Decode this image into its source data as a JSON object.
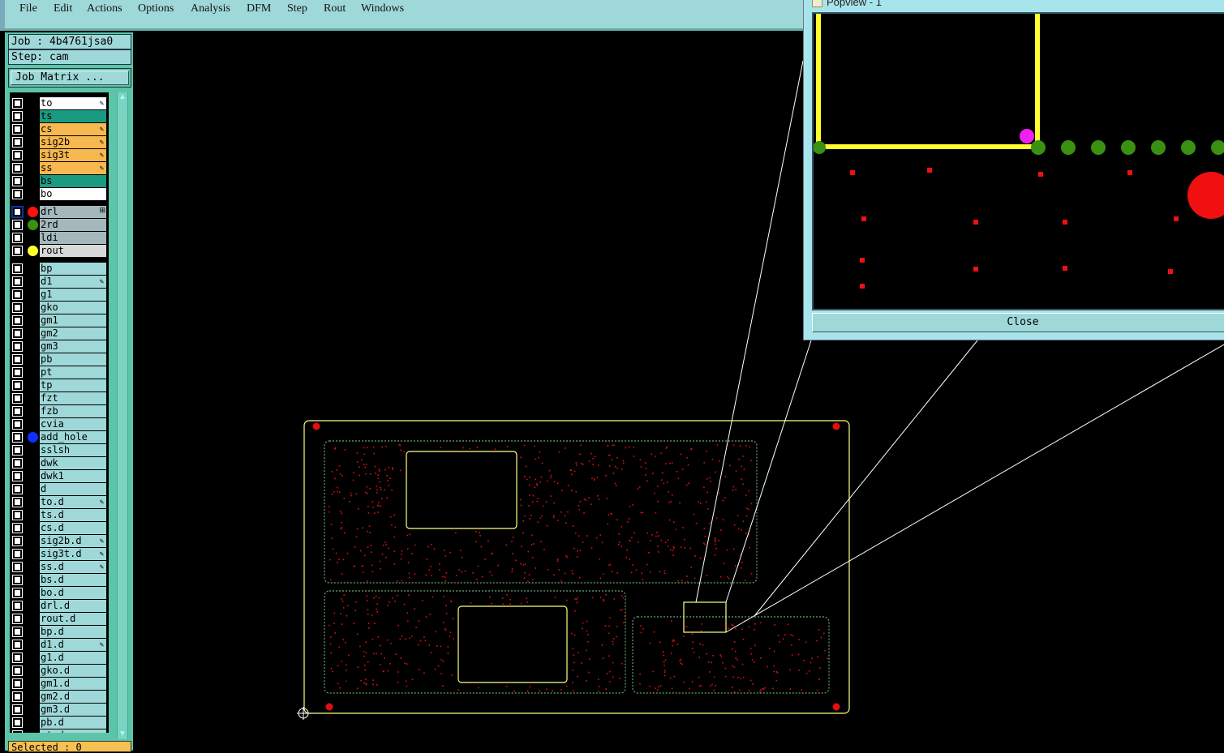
{
  "menu": [
    "File",
    "Edit",
    "Actions",
    "Options",
    "Analysis",
    "DFM",
    "Step",
    "Rout",
    "Windows"
  ],
  "job_label": "Job : 4b4761jsa0",
  "step_label": "Step: cam",
  "job_matrix_button": "Job Matrix ...",
  "selected_label": "Selected : 0",
  "popview": {
    "title": "Popview - 1",
    "close_button": "Close"
  },
  "layers": [
    {
      "name": "to",
      "bg": "#ffffff",
      "edit": true
    },
    {
      "name": "ts",
      "bg": "#1a9a80"
    },
    {
      "name": "cs",
      "bg": "#f8b850",
      "edit": true
    },
    {
      "name": "sig2b",
      "bg": "#f8b850",
      "edit": true
    },
    {
      "name": "sig3t",
      "bg": "#f8b850",
      "edit": true
    },
    {
      "name": "ss",
      "bg": "#f8b850",
      "edit": true
    },
    {
      "name": "bs",
      "bg": "#1a9a80"
    },
    {
      "name": "bo",
      "bg": "#ffffff"
    },
    {
      "name": "drl",
      "bg": "#a4b8bc",
      "dot": "#ff1010",
      "grid": true,
      "gap": true,
      "active": true
    },
    {
      "name": "2rd",
      "bg": "#a4b8bc",
      "dot": "#3a9010"
    },
    {
      "name": "ldi",
      "bg": "#a4b8bc"
    },
    {
      "name": "rout",
      "bg": "#d8d8d8",
      "dot": "#ffff30"
    },
    {
      "name": "bp",
      "bg": "#9fd8d8",
      "gap": true
    },
    {
      "name": "d1",
      "bg": "#9fd8d8",
      "edit": true
    },
    {
      "name": "g1",
      "bg": "#9fd8d8"
    },
    {
      "name": "gko",
      "bg": "#9fd8d8"
    },
    {
      "name": "gm1",
      "bg": "#9fd8d8"
    },
    {
      "name": "gm2",
      "bg": "#9fd8d8"
    },
    {
      "name": "gm3",
      "bg": "#9fd8d8"
    },
    {
      "name": "pb",
      "bg": "#9fd8d8"
    },
    {
      "name": "pt",
      "bg": "#9fd8d8"
    },
    {
      "name": "tp",
      "bg": "#9fd8d8"
    },
    {
      "name": "fzt",
      "bg": "#9fd8d8"
    },
    {
      "name": "fzb",
      "bg": "#9fd8d8"
    },
    {
      "name": "cvia",
      "bg": "#9fd8d8"
    },
    {
      "name": "add_hole",
      "bg": "#9fd8d8",
      "dot": "#1030ff"
    },
    {
      "name": "sslsh",
      "bg": "#9fd8d8"
    },
    {
      "name": "dwk",
      "bg": "#9fd8d8"
    },
    {
      "name": "dwk1",
      "bg": "#9fd8d8"
    },
    {
      "name": "d",
      "bg": "#9fd8d8"
    },
    {
      "name": "to.d",
      "bg": "#9fd8d8",
      "edit": true
    },
    {
      "name": "ts.d",
      "bg": "#9fd8d8"
    },
    {
      "name": "cs.d",
      "bg": "#9fd8d8"
    },
    {
      "name": "sig2b.d",
      "bg": "#9fd8d8",
      "edit": true
    },
    {
      "name": "sig3t.d",
      "bg": "#9fd8d8",
      "edit": true
    },
    {
      "name": "ss.d",
      "bg": "#9fd8d8",
      "edit": true
    },
    {
      "name": "bs.d",
      "bg": "#9fd8d8"
    },
    {
      "name": "bo.d",
      "bg": "#9fd8d8"
    },
    {
      "name": "drl.d",
      "bg": "#9fd8d8"
    },
    {
      "name": "rout.d",
      "bg": "#9fd8d8"
    },
    {
      "name": "bp.d",
      "bg": "#9fd8d8"
    },
    {
      "name": "d1.d",
      "bg": "#9fd8d8",
      "edit": true
    },
    {
      "name": "g1.d",
      "bg": "#9fd8d8"
    },
    {
      "name": "gko.d",
      "bg": "#9fd8d8"
    },
    {
      "name": "gm1.d",
      "bg": "#9fd8d8"
    },
    {
      "name": "gm2.d",
      "bg": "#9fd8d8"
    },
    {
      "name": "gm3.d",
      "bg": "#9fd8d8"
    },
    {
      "name": "pb.d",
      "bg": "#9fd8d8"
    },
    {
      "name": "pt.d",
      "bg": "#9fd8d8"
    }
  ]
}
